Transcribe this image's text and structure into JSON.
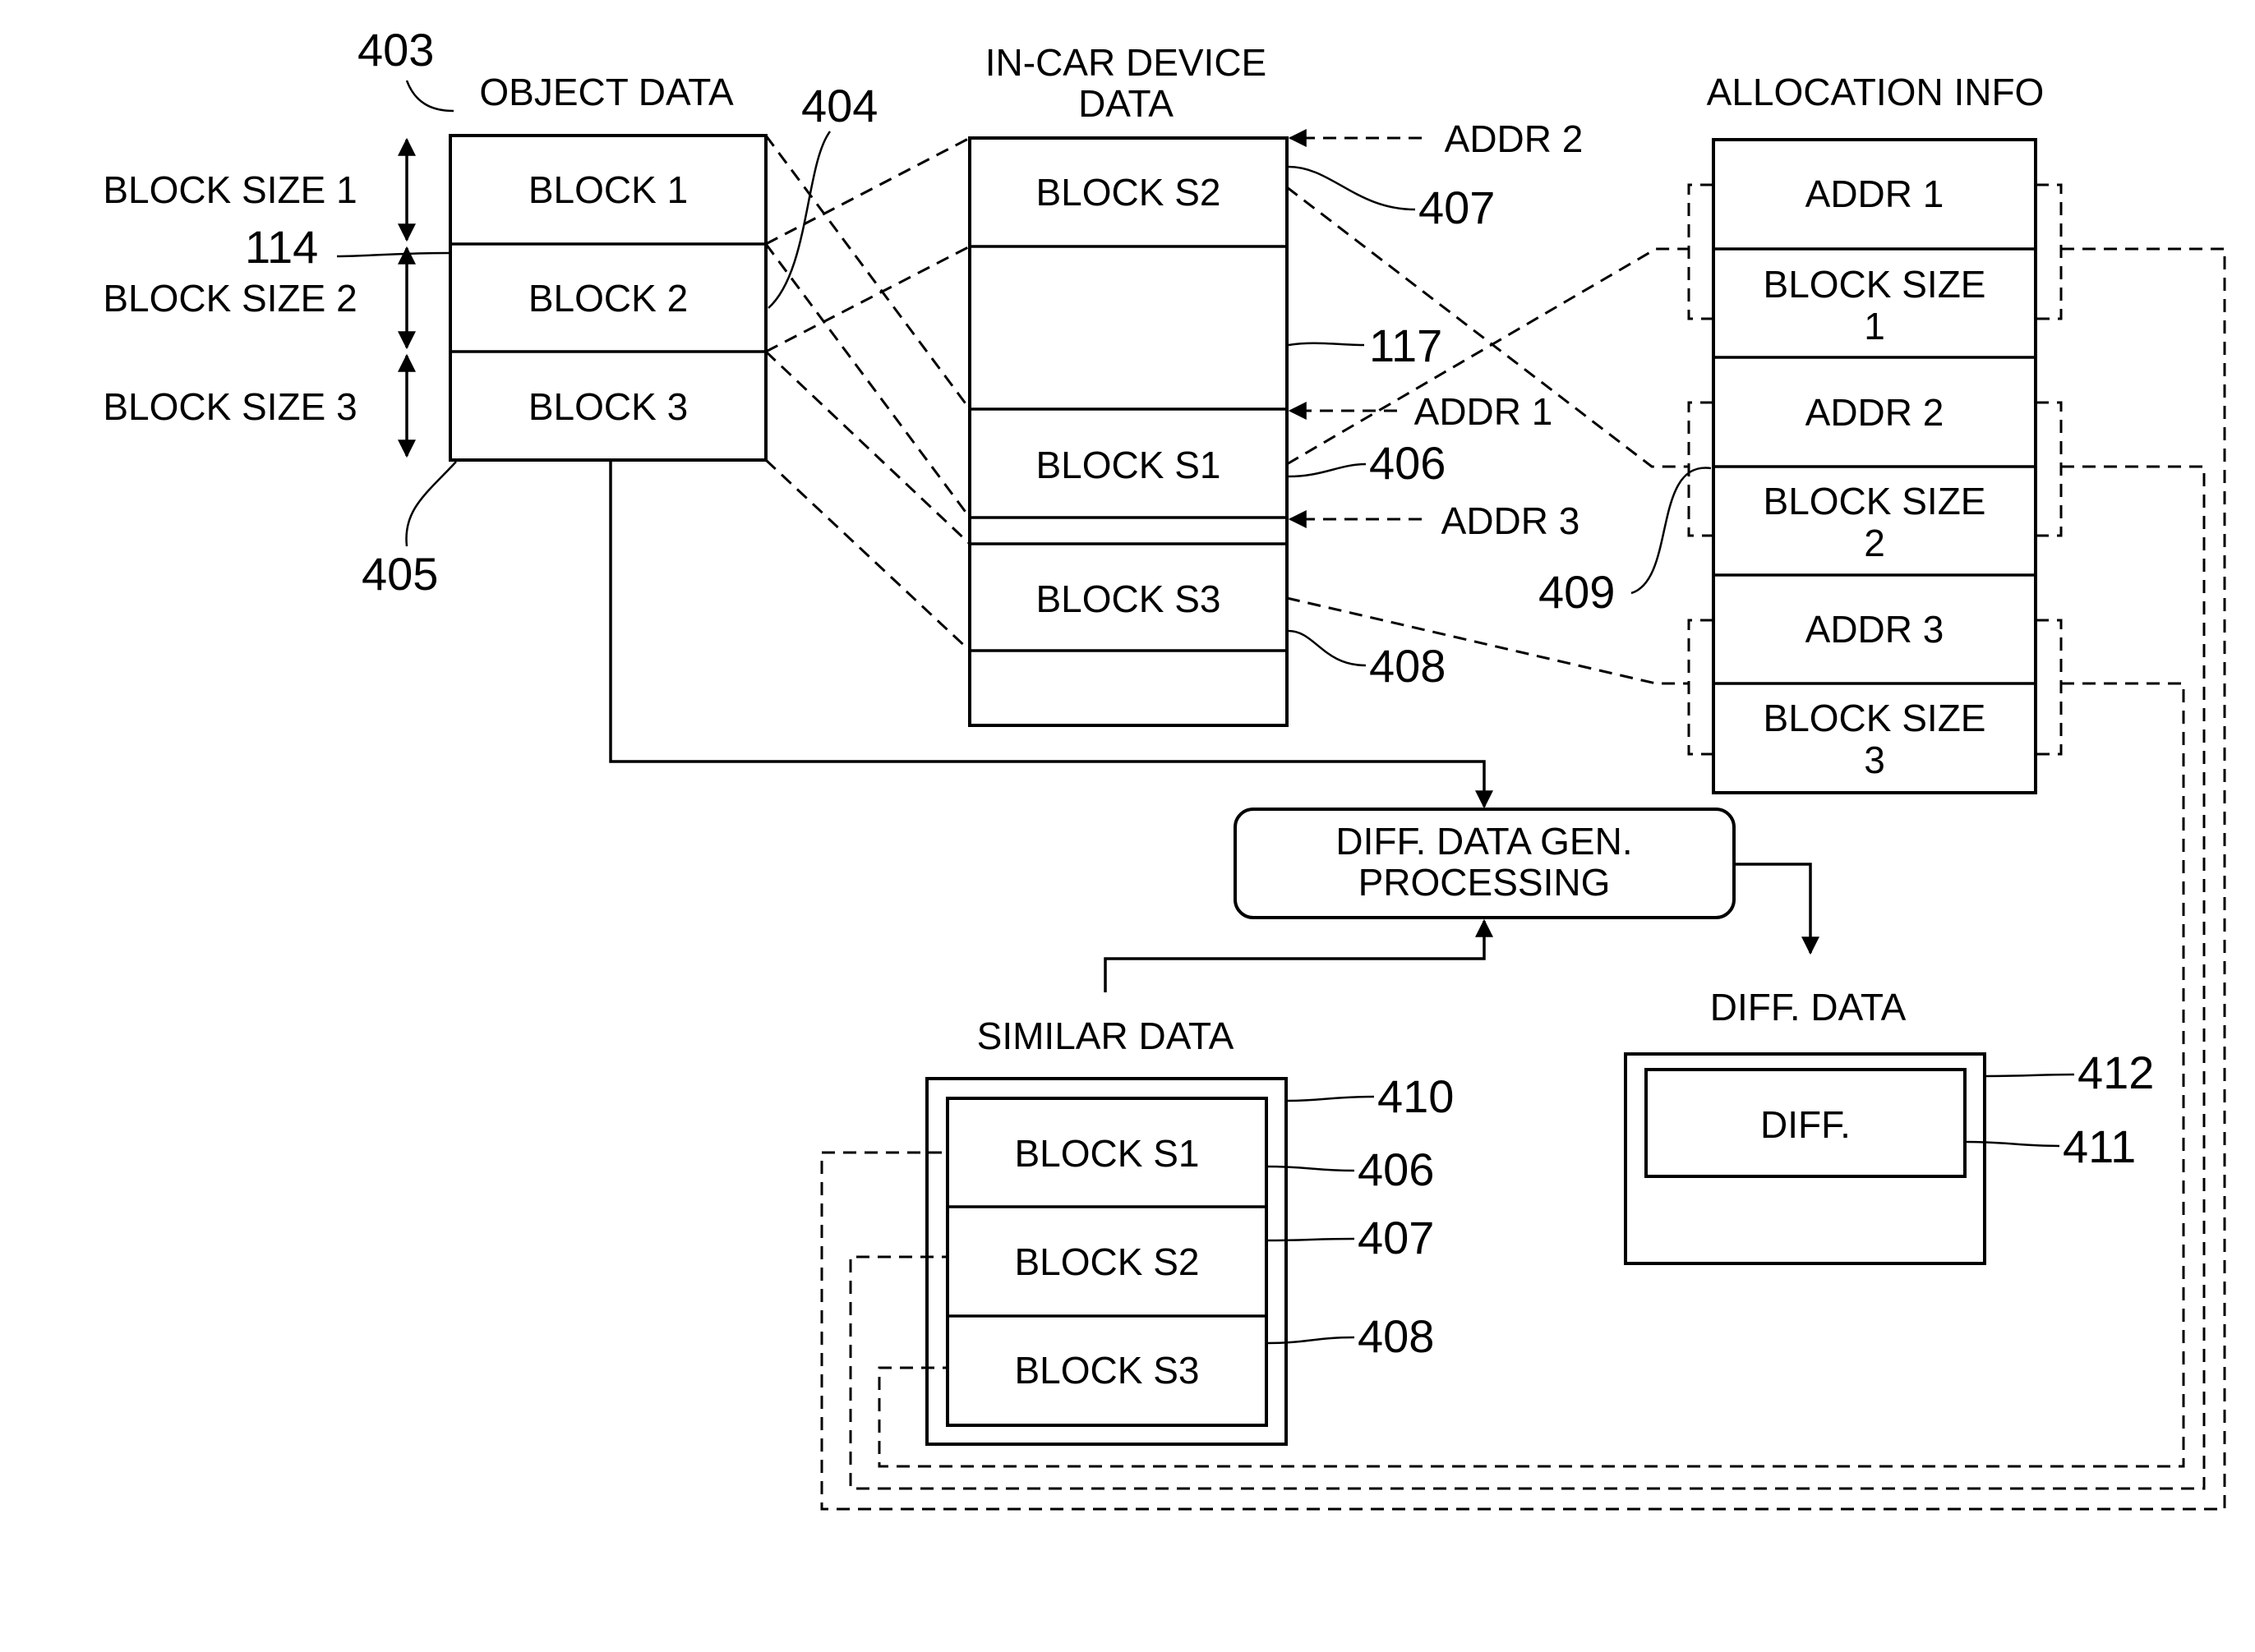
{
  "object_data": {
    "title": "OBJECT DATA",
    "blocks": [
      "BLOCK 1",
      "BLOCK 2",
      "BLOCK 3"
    ],
    "block_sizes": [
      "BLOCK SIZE 1",
      "BLOCK SIZE 2",
      "BLOCK SIZE 3"
    ]
  },
  "in_car": {
    "title_line1": "IN-CAR DEVICE",
    "title_line2": "DATA",
    "blocks": [
      "BLOCK S2",
      "BLOCK S1",
      "BLOCK S3"
    ],
    "addr_labels": [
      "ADDR 2",
      "ADDR 1",
      "ADDR 3"
    ]
  },
  "allocation": {
    "title": "ALLOCATION INFO",
    "addrs": [
      "ADDR 1",
      "ADDR 2",
      "ADDR 3"
    ],
    "sizes": [
      {
        "line1": "BLOCK SIZE",
        "line2": "1"
      },
      {
        "line1": "BLOCK SIZE",
        "line2": "2"
      },
      {
        "line1": "BLOCK SIZE",
        "line2": "3"
      }
    ]
  },
  "process": {
    "line1": "DIFF. DATA GEN.",
    "line2": "PROCESSING"
  },
  "similar": {
    "title": "SIMILAR DATA",
    "blocks": [
      "BLOCK S1",
      "BLOCK S2",
      "BLOCK S3"
    ]
  },
  "diff": {
    "title": "DIFF. DATA",
    "inner": "DIFF."
  },
  "refs": {
    "r403": "403",
    "r404": "404",
    "r114": "114",
    "r405": "405",
    "r407": "407",
    "r117": "117",
    "r406": "406",
    "r408": "408",
    "r409": "409",
    "r410": "410",
    "r406b": "406",
    "r407b": "407",
    "r408b": "408",
    "r412": "412",
    "r411": "411"
  }
}
